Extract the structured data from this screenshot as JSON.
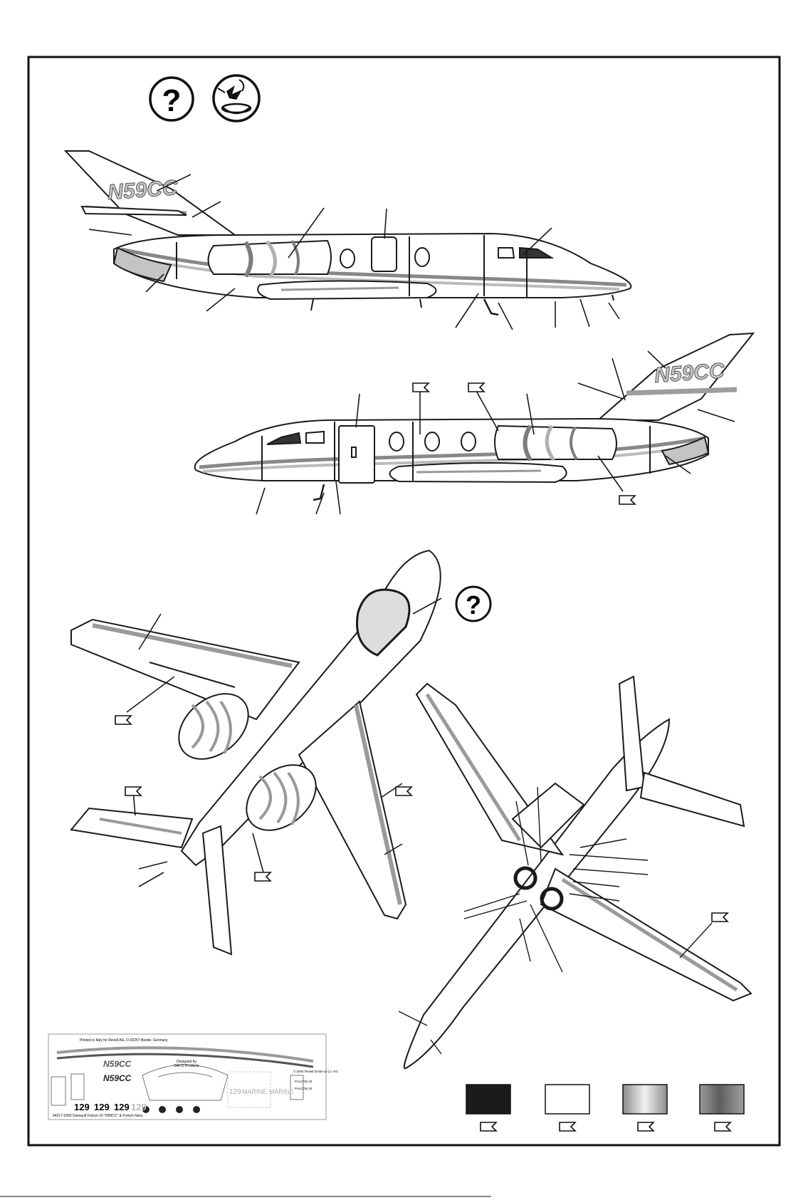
{
  "header": {
    "info_icon": "question-mark-icon",
    "care_icon": "decal-water-bowl-icon"
  },
  "side_views": {
    "registration_upper": "N59CC",
    "registration_lower": "N59CC"
  },
  "decal_sheet": {
    "printer_line": "Printed in Italy for Revell AG, D-32257 Bünde, Germany",
    "registration_1": "N59CC",
    "registration_2": "N59CC",
    "designed_by_line1": "Designed by",
    "designed_by_line2": "DACO Products",
    "copyright": "© 2004 Revell GmbH & Co. KG",
    "falcon_1": "FALCON 10",
    "falcon_2": "FALCON 10",
    "big_numbers": [
      "129",
      "129",
      "129",
      "129"
    ],
    "marine_small": "129",
    "marine_1": "MARINE",
    "marine_2": "MARINE",
    "sheet_code": "04217-0260",
    "sheet_title": "Dassault Falcon 10 \"N59CC\" & French Navy"
  },
  "swatches": [
    {
      "name": "black",
      "color": "#1b1b1b"
    },
    {
      "name": "white",
      "color": "#ffffff"
    },
    {
      "name": "silver",
      "color": "#a9a9a9"
    },
    {
      "name": "gunmetal",
      "color": "#7b7b7b"
    }
  ],
  "colors": {
    "outline": "#1a1a1a",
    "trim_light": "#b8b8b8",
    "trim_dark": "#6a6a6a"
  }
}
